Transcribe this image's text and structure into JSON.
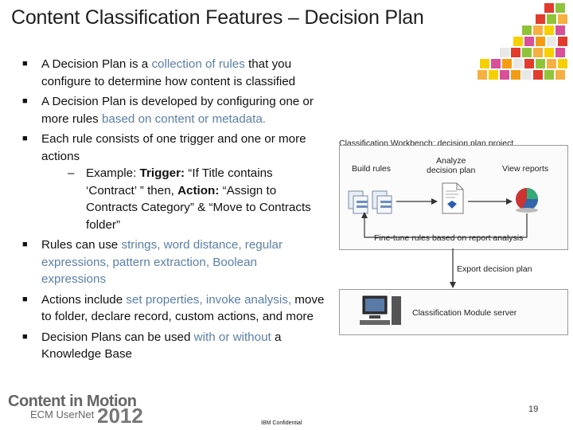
{
  "title": "Content Classification Features – Decision Plan",
  "bullets": [
    {
      "parts": [
        {
          "t": "A Decision Plan is a "
        },
        {
          "t": "collection of rules",
          "hl": true
        },
        {
          "t": " that you configure to determine how content is classified"
        }
      ]
    },
    {
      "parts": [
        {
          "t": "A Decision Plan is developed by configuring one or more rules "
        },
        {
          "t": "based on content or metadata.",
          "hl": true
        }
      ]
    },
    {
      "parts": [
        {
          "t": "Each rule consists of one trigger and one or more actions"
        }
      ]
    },
    {
      "parts": [
        {
          "t": "Rules can use "
        },
        {
          "t": "strings, word distance, regular expressions, pattern extraction, Boolean expressions",
          "hl": true
        }
      ]
    },
    {
      "parts": [
        {
          "t": "Actions include "
        },
        {
          "t": "set properties, invoke analysis,",
          "hl": true
        },
        {
          "t": " move to folder, declare record, custom actions, "
        },
        {
          "t": "and more",
          "hl": false
        }
      ]
    },
    {
      "parts": [
        {
          "t": "Decision Plans can be used "
        },
        {
          "t": "with or without",
          "hl": true
        },
        {
          "t": " a Knowledge Base"
        }
      ]
    }
  ],
  "example": {
    "lead": "Example: ",
    "trigger_label": "Trigger:",
    "trigger_text": " “If Title contains ‘Contract’ ” then, ",
    "action_label": "Action:",
    "action_text": " “Assign to Contracts Category” & “Move to Contracts folder”"
  },
  "diagram": {
    "header": "Classification Workbench: decision plan project",
    "build": "Build rules",
    "analyze_1": "Analyze",
    "analyze_2": "decision plan",
    "view": "View reports",
    "finetune": "Fine-tune rules based on report analysis",
    "export": "Export decision plan",
    "server": "Classification Module server"
  },
  "footer": {
    "logo_line1": "Content in Motion",
    "logo_line2": "ECM UserNet",
    "logo_year": "2012",
    "page_number": "19",
    "confidential": "IBM Confidential"
  },
  "colors": {
    "highlight": "#5b7fa6",
    "title": "#1f1f1f"
  }
}
